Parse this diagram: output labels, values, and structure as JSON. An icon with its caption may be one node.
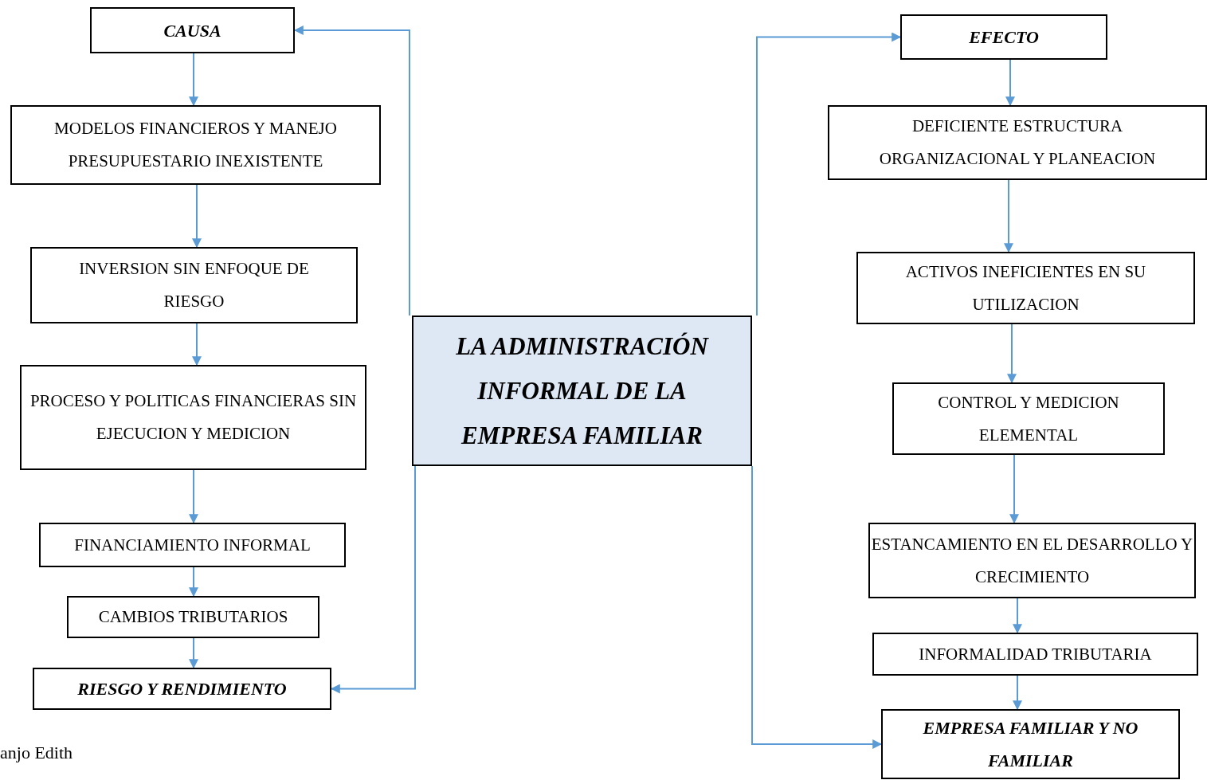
{
  "diagram": {
    "nodes": [
      {
        "text": [
          "CAUSA"
        ]
      },
      {
        "text": [
          "MODELOS FINANCIEROS Y MANEJO PRESUPUESTARIO INEXISTENTE"
        ]
      },
      {
        "text": [
          "INVERSION SIN ENFOQUE DE RIESGO"
        ]
      },
      {
        "text": [
          "PROCESO Y POLITICAS FINANCIERAS SIN EJECUCION Y MEDICION"
        ]
      },
      {
        "text": [
          "FINANCIAMIENTO INFORMAL"
        ]
      },
      {
        "text": [
          "CAMBIOS TRIBUTARIOS"
        ]
      },
      {
        "text": [
          "RIESGO Y RENDIMIENTO"
        ]
      },
      {
        "text": [
          "LA ADMINISTRACIÓN INFORMAL DE LA EMPRESA FAMILIAR"
        ]
      },
      {
        "text": [
          "EFECTO"
        ]
      },
      {
        "text": [
          "DEFICIENTE ESTRUCTURA ORGANIZACIONAL Y PLANEACION"
        ]
      },
      {
        "text": [
          "ACTIVOS INEFICIENTES EN SU UTILIZACION"
        ]
      },
      {
        "text": [
          "CONTROL Y MEDICION ELEMENTAL"
        ]
      },
      {
        "text": [
          "ESTANCAMIENTO EN EL DESARROLLO Y CRECIMIENTO"
        ]
      },
      {
        "text": [
          "INFORMALIDAD TRIBUTARIA"
        ]
      },
      {
        "text": [
          "EMPRESA FAMILIAR Y NO FAMILIAR"
        ]
      }
    ],
    "edges": [
      {
        "from": 7,
        "to": 0,
        "arrow": "to"
      },
      {
        "from": 7,
        "to": 6,
        "arrow": "to"
      },
      {
        "from": 7,
        "to": 8,
        "arrow": "to"
      },
      {
        "from": 7,
        "to": 14,
        "arrow": "to"
      },
      {
        "from": 0,
        "to": 1,
        "arrow": "to"
      },
      {
        "from": 1,
        "to": 2,
        "arrow": "to"
      },
      {
        "from": 2,
        "to": 3,
        "arrow": "to"
      },
      {
        "from": 3,
        "to": 4,
        "arrow": "to"
      },
      {
        "from": 4,
        "to": 5,
        "arrow": "to"
      },
      {
        "from": 5,
        "to": 6,
        "arrow": "to"
      },
      {
        "from": 8,
        "to": 9,
        "arrow": "to"
      },
      {
        "from": 9,
        "to": 10,
        "arrow": "to"
      },
      {
        "from": 10,
        "to": 11,
        "arrow": "to"
      },
      {
        "from": 11,
        "to": 12,
        "arrow": "to"
      },
      {
        "from": 12,
        "to": 13,
        "arrow": "to"
      },
      {
        "from": 13,
        "to": 14,
        "arrow": "to"
      }
    ],
    "labels": [
      "anjo Edith"
    ]
  }
}
